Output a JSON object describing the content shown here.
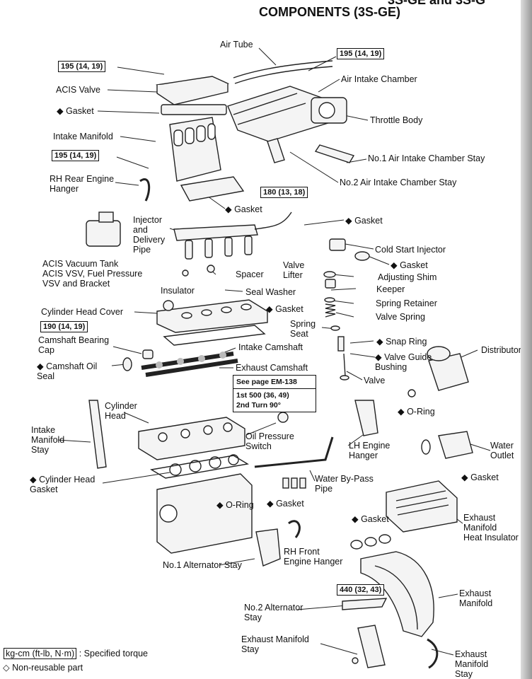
{
  "header": {
    "top_fragment": "3S-GE and 3S-G",
    "title": "COMPONENTS (3S-GE)"
  },
  "torque_boxes": [
    "195 (14, 19)",
    "195 (14, 19)",
    "195 (14, 19)",
    "180 (13, 18)",
    "190 (14, 19)",
    "440 (32, 43)"
  ],
  "note_box": {
    "line1": "See page EM-138",
    "line2": "1st 500 (36, 49)",
    "line3": "2nd Turn 90°"
  },
  "labels": {
    "air_tube": "Air Tube",
    "air_intake_chamber": "Air Intake Chamber",
    "acis_valve": "ACIS Valve",
    "gasket_1": "◆ Gasket",
    "throttle_body": "Throttle Body",
    "intake_manifold": "Intake Manifold",
    "no1_stay": "No.1 Air Intake Chamber Stay",
    "no2_stay": "No.2 Air Intake Chamber Stay",
    "rh_rear_hanger": "RH Rear Engine\nHanger",
    "gasket_2": "◆ Gasket",
    "gasket_3": "◆ Gasket",
    "injector": "Injector\nand\nDelivery\nPipe",
    "cold_start": "Cold Start Injector",
    "gasket_4": "◆ Gasket",
    "acis_tank": "ACIS Vacuum Tank\nACIS VSV, Fuel Pressure\nVSV and Bracket",
    "spacer": "Spacer",
    "valve_lifter": "Valve\nLifter",
    "adjusting_shim": "Adjusting Shim",
    "keeper": "Keeper",
    "insulator": "Insulator",
    "seal_washer": "Seal Washer",
    "spring_retainer": "Spring Retainer",
    "cyl_head_cover": "Cylinder Head Cover",
    "gasket_5": "◆ Gasket",
    "valve_spring": "Valve Spring",
    "spring_seat": "Spring\nSeat",
    "camshaft_cap": "Camshaft Bearing\nCap",
    "snap_ring": "◆ Snap Ring",
    "intake_camshaft": "Intake Camshaft",
    "valve_guide": "◆ Valve Guide\nBushing",
    "distributor": "Distributor",
    "oil_seal": "◆ Camshaft Oil\nSeal",
    "exhaust_camshaft": "Exhaust Camshaft",
    "valve": "Valve",
    "o_ring_1": "◆ O-Ring",
    "cylinder_head": "Cylinder\nHead",
    "intake_stay": "Intake\nManifold\nStay",
    "oil_pressure": "Oil Pressure\nSwitch",
    "lh_hanger": "LH Engine\nHanger",
    "water_outlet": "Water\nOutlet",
    "gasket_6": "◆ Gasket",
    "cyl_head_gasket": "◆ Cylinder Head\nGasket",
    "water_bypass": "Water By-Pass\nPipe",
    "o_ring_2": "◆ O-Ring",
    "gasket_7": "◆ Gasket",
    "exh_insulator": "Exhaust\nManifold\nHeat Insulator",
    "gasket_8": "◆ Gasket",
    "rh_front_hanger": "RH Front\nEngine Hanger",
    "no1_alt_stay": "No.1 Alternator Stay",
    "exh_manifold": "Exhaust\nManifold",
    "no2_alt_stay": "No.2 Alternator\nStay",
    "exh_manifold_stay_1": "Exhaust Manifold\nStay",
    "exh_manifold_stay_2": "Exhaust\nManifold\nStay"
  },
  "legend": {
    "torque_key": "kg-cm (ft-lb, N·m)",
    "torque_text": ": Specified torque",
    "nonreusable": "◇ Non-reusable part"
  }
}
